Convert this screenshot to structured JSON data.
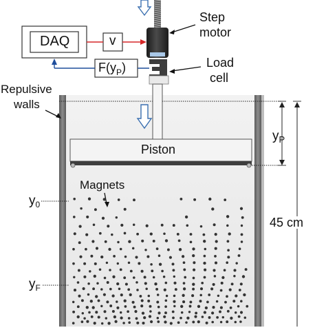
{
  "labels": {
    "daq": "DAQ",
    "velocity": "v",
    "force_symbol": "F(y",
    "force_subscript": "P",
    "force_close": ")",
    "step_motor_line1": "Step",
    "step_motor_line2": "motor",
    "load_cell_line1": "Load",
    "load_cell_line2": "cell",
    "repulsive_walls_line1": "Repulsive",
    "repulsive_walls_line2": "walls",
    "piston": "Piston",
    "magnets": "Magnets",
    "yp_main": "y",
    "yp_sub": "P",
    "height": "45 cm",
    "y0_main": "y",
    "y0_sub": "0",
    "yf_main": "y",
    "yf_sub": "F"
  },
  "colors": {
    "signal_out": "#d62728",
    "signal_in": "#1f4e9c",
    "arrow_outline": "#3a6fb0",
    "container_bg": "#ececec",
    "wall": "#7a7a7a",
    "motor": "#2b2b2b",
    "magnet": "#333333"
  },
  "icons": {
    "motion_arrow": "down-arrow-icon",
    "rod": "threaded-rod-icon"
  }
}
